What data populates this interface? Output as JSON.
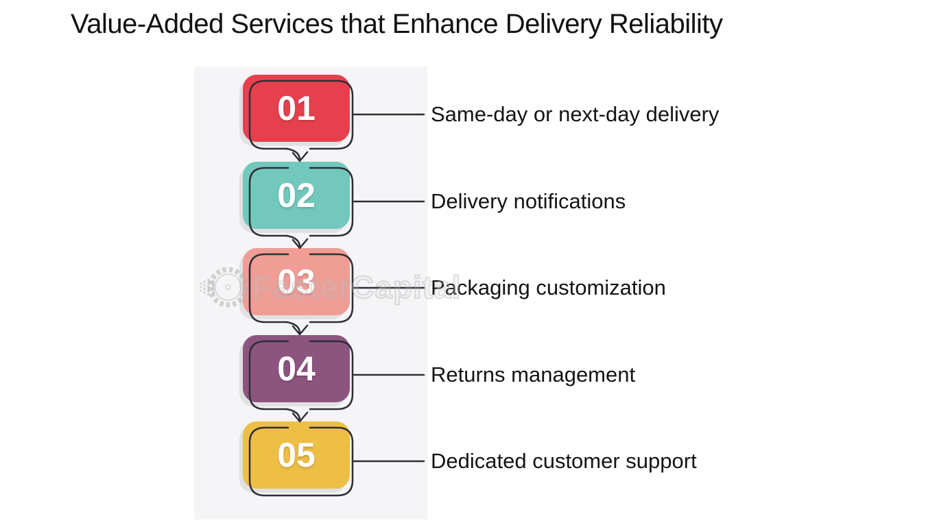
{
  "title": "Value-Added Services that Enhance Delivery Reliability",
  "watermark": {
    "text": "FasterCapital",
    "icon": "gear-icon"
  },
  "items": [
    {
      "number": "01",
      "label": "Same-day or next-day delivery",
      "color": "#e6404e"
    },
    {
      "number": "02",
      "label": "Delivery notifications",
      "color": "#72c8bd"
    },
    {
      "number": "03",
      "label": "Packaging customization",
      "color": "#f09d96"
    },
    {
      "number": "04",
      "label": "Returns management",
      "color": "#8d5480"
    },
    {
      "number": "05",
      "label": "Dedicated customer support",
      "color": "#edbf45"
    }
  ],
  "colors": {
    "outline": "#2e2d35",
    "label_text": "#141414",
    "number_text": "#ffffff",
    "panel": "#f5f4f6",
    "background": "#ffffff",
    "watermark": "#c0c0c0"
  }
}
